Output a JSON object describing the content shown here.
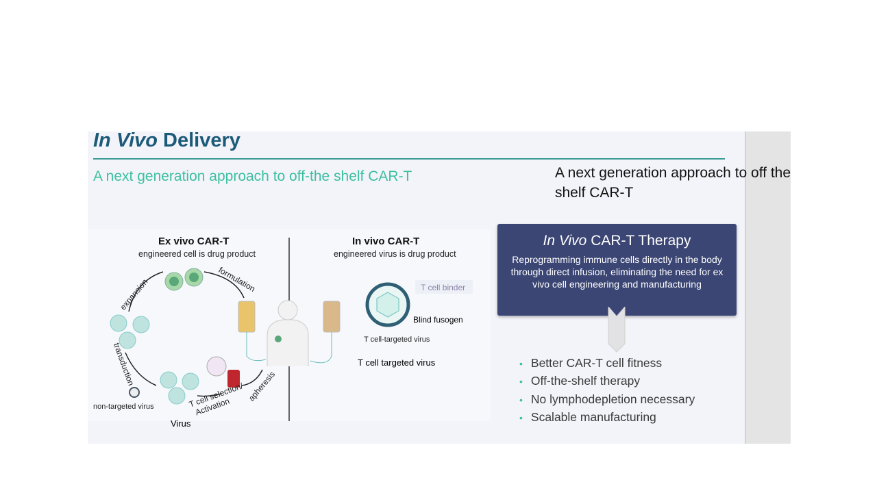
{
  "slide": {
    "title_italic": "In Vivo",
    "title_rest": " Delivery",
    "subtitle": "A next generation approach to off-the shelf CAR-T",
    "side_note": "A next generation approach to off the shelf CAR-T"
  },
  "diagram": {
    "ex_vivo": {
      "heading": "Ex vivo CAR-T",
      "subheading": "engineered cell is drug product",
      "steps": [
        "expansion",
        "formulation",
        "apheresis",
        "T cell selection/",
        "Activation",
        "transduction"
      ],
      "virus_label": "non-targeted virus",
      "caption": "Virus"
    },
    "in_vivo": {
      "heading": "In vivo CAR-T",
      "subheading": "engineered virus is drug product",
      "binder_label": "T cell binder",
      "fusogen_label": "Blind fusogen",
      "virus_label": "T cell-targeted virus",
      "caption": "T cell targeted virus"
    }
  },
  "card": {
    "title_italic": "In Vivo",
    "title_rest": " CAR-T Therapy",
    "body": "Reprogramming immune cells directly in the body through direct infusion, eliminating the need for ex vivo cell engineering and manufacturing"
  },
  "bullets": [
    "Better CAR-T cell fitness",
    "Off-the-shelf therapy",
    "No lymphodepletion necessary",
    "Scalable manufacturing"
  ],
  "colors": {
    "title": "#1b5a78",
    "subtitle": "#3cbfa0",
    "card": "#3b4674",
    "rule": "#3a9a94"
  }
}
